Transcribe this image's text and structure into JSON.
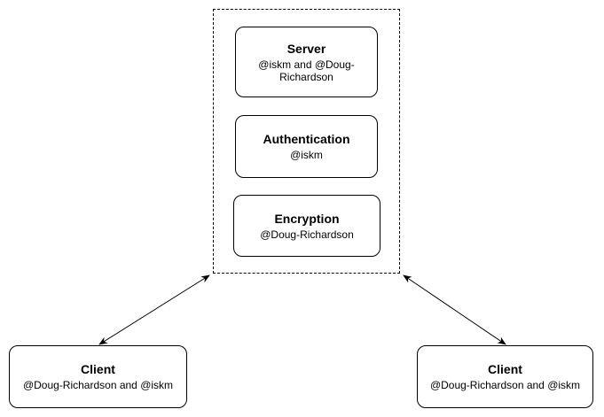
{
  "nodes": {
    "server": {
      "title": "Server",
      "subtitle": "@iskm and @Doug-Richardson"
    },
    "authentication": {
      "title": "Authentication",
      "subtitle": "@iskm"
    },
    "encryption": {
      "title": "Encryption",
      "subtitle": "@Doug-Richardson"
    },
    "client_left": {
      "title": "Client",
      "subtitle": "@Doug-Richardson and @iskm"
    },
    "client_right": {
      "title": "Client",
      "subtitle": "@Doug-Richardson and @iskm"
    }
  },
  "edges": [
    {
      "from": "client_left",
      "to": "server_group",
      "style": "bidirectional-arrow"
    },
    {
      "from": "client_right",
      "to": "server_group",
      "style": "bidirectional-arrow"
    }
  ],
  "colors": {
    "stroke": "#000000",
    "background": "#ffffff"
  }
}
